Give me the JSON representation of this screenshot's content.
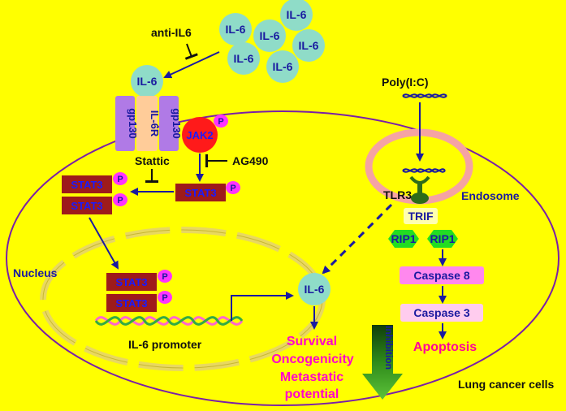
{
  "ligands": {
    "il6": "IL-6",
    "anti_il6": "anti-IL6",
    "poly_ic": "Poly(I:C)"
  },
  "receptor": {
    "gp130_left": "gp130",
    "il6r": "IL-6R",
    "gp130_right": "gp130"
  },
  "kinases": {
    "jak2": "JAK2",
    "phospho": "P",
    "stat3": "STAT3"
  },
  "inhibitors": {
    "stattic": "Stattic",
    "ag490": "AG490"
  },
  "compartments": {
    "nucleus": "Nucleus",
    "endosome": "Endosome",
    "cell": "Lung cancer cells"
  },
  "nuclear": {
    "promoter": "IL-6 promoter"
  },
  "tlr_pathway": {
    "tlr3": "TLR3",
    "trif": "TRIF",
    "rip1_left": "RIP1",
    "rip1_right": "RIP1",
    "caspase8": "Caspase 8",
    "caspase3": "Caspase 3",
    "apoptosis": "Apoptosis"
  },
  "outcomes": {
    "survival": "Survival",
    "oncogenicity": "Oncogenicity",
    "metastatic": "Metastatic",
    "potential": "potential",
    "inhibition": "Inhibition"
  },
  "colors": {
    "background": "#ffff00",
    "membrane": "#7a1fa8",
    "il6_node": "#8fdcc8",
    "arrow": "#1a1aa0",
    "stat3_box": "#9e1b1b",
    "jak2": "#ff1a1a",
    "phospho": "#ff33ff",
    "gp130": "#b07ae6",
    "rip1": "#22dd22",
    "caspase8": "#ff88ee",
    "caspase3": "#ffccee",
    "endosome": "#f5a3a3",
    "inhibition_arrow": "#2e8b1a",
    "outcome_text": "#ff00cc"
  }
}
